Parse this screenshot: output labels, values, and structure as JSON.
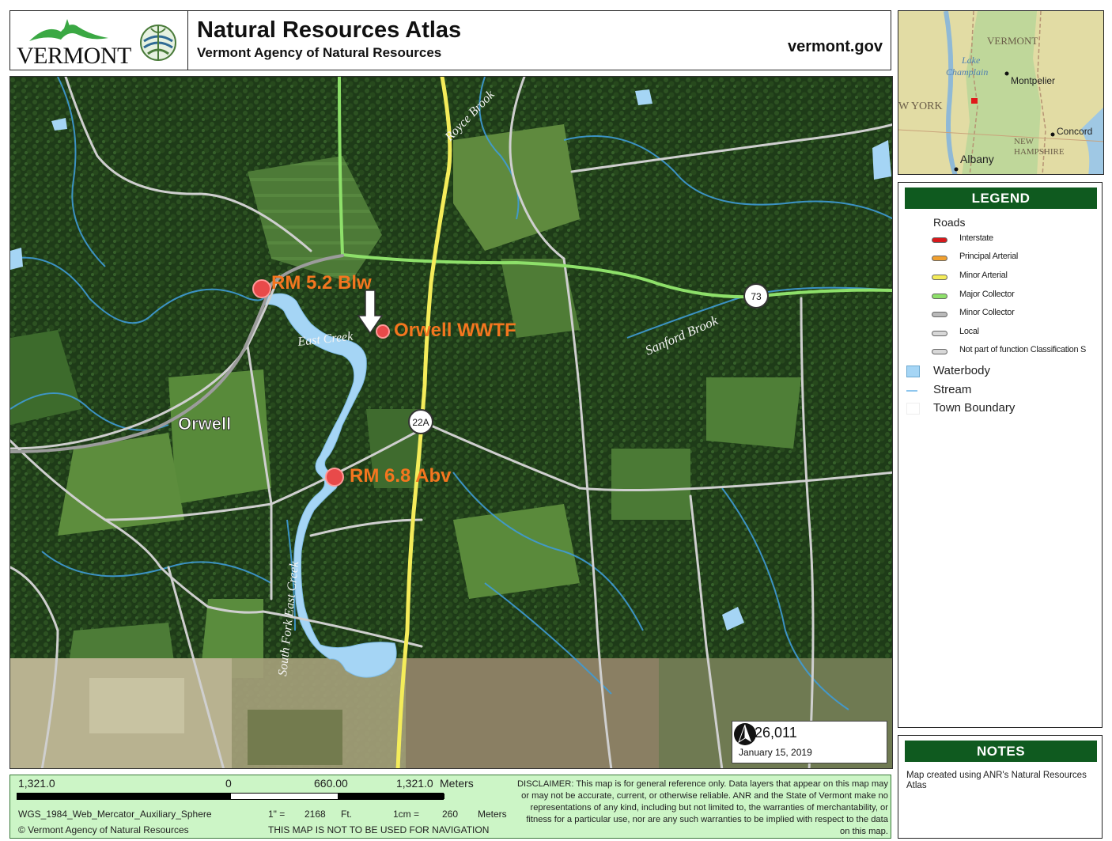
{
  "header": {
    "state_name": "VERMONT",
    "title": "Natural Resources Atlas",
    "subtitle": "Vermont Agency of Natural Resources",
    "site": "vermont.gov"
  },
  "inset_map": {
    "labels": {
      "vermont": "VERMONT",
      "lake": "Lake",
      "champlain": "Champlain",
      "montpelier": "Montpelier",
      "new_york": "W YORK",
      "concord": "Concord",
      "new": "NEW",
      "hampshire": "HAMPSHIRE",
      "albany": "Albany"
    }
  },
  "map": {
    "labels": {
      "site_blw": "RM 5.2 Blw",
      "site_wwtf": "Orwell WWTF",
      "site_abv": "RM 6.8 Abv",
      "town": "Orwell",
      "east_creek": "East Creek",
      "south_fork": "South Fork East Creek",
      "royce_brook": "Royce Brook",
      "sanford_brook": "Sanford Brook",
      "route_73": "73",
      "route_22a": "22A"
    },
    "scale_ratio": "1:  26,011",
    "date": "January 15, 2019"
  },
  "legend": {
    "title": "LEGEND",
    "roads_heading": "Roads",
    "roads": [
      {
        "label": "Interstate",
        "color": "#d7191c"
      },
      {
        "label": "Principal Arterial",
        "color": "#f0a030"
      },
      {
        "label": "Minor Arterial",
        "color": "#f4ec5a"
      },
      {
        "label": "Major Collector",
        "color": "#8ee06a"
      },
      {
        "label": "Minor Collector",
        "color": "#b9b9b9"
      },
      {
        "label": "Local",
        "color": "#d8d8d8"
      },
      {
        "label": "Not part of function Classification S",
        "color": "#d8d8d8"
      }
    ],
    "waterbody": "Waterbody",
    "stream": "Stream",
    "town_boundary": "Town Boundary",
    "colors": {
      "waterbody": "#a5d5f5",
      "stream": "#8ec6ee"
    }
  },
  "notes": {
    "title": "NOTES",
    "text": "Map created using ANR's Natural Resources Atlas"
  },
  "footer": {
    "scale_left": "1,321.0",
    "scale_zero": "0",
    "scale_mid": "660.00",
    "scale_right": "1,321.0",
    "scale_unit": "Meters",
    "projection": "WGS_1984_Web_Mercator_Auxiliary_Sphere",
    "copyright": "© Vermont Agency of Natural Resources",
    "inch_eq": "1\" =",
    "inch_val": "2168",
    "inch_unit": "Ft.",
    "cm_eq": "1cm =",
    "cm_val": "260",
    "cm_unit": "Meters",
    "nav_warning": "THIS MAP IS NOT TO BE USED FOR NAVIGATION",
    "disclaimer": "DISCLAIMER: This map is for general reference only. Data layers that appear on this map may or may not be accurate, current, or otherwise reliable. ANR and the State of Vermont make no representations of any kind, including but not limited to, the warranties of merchantability, or fitness for a particular use, nor are any such warranties to be implied with respect to the data on this map."
  }
}
